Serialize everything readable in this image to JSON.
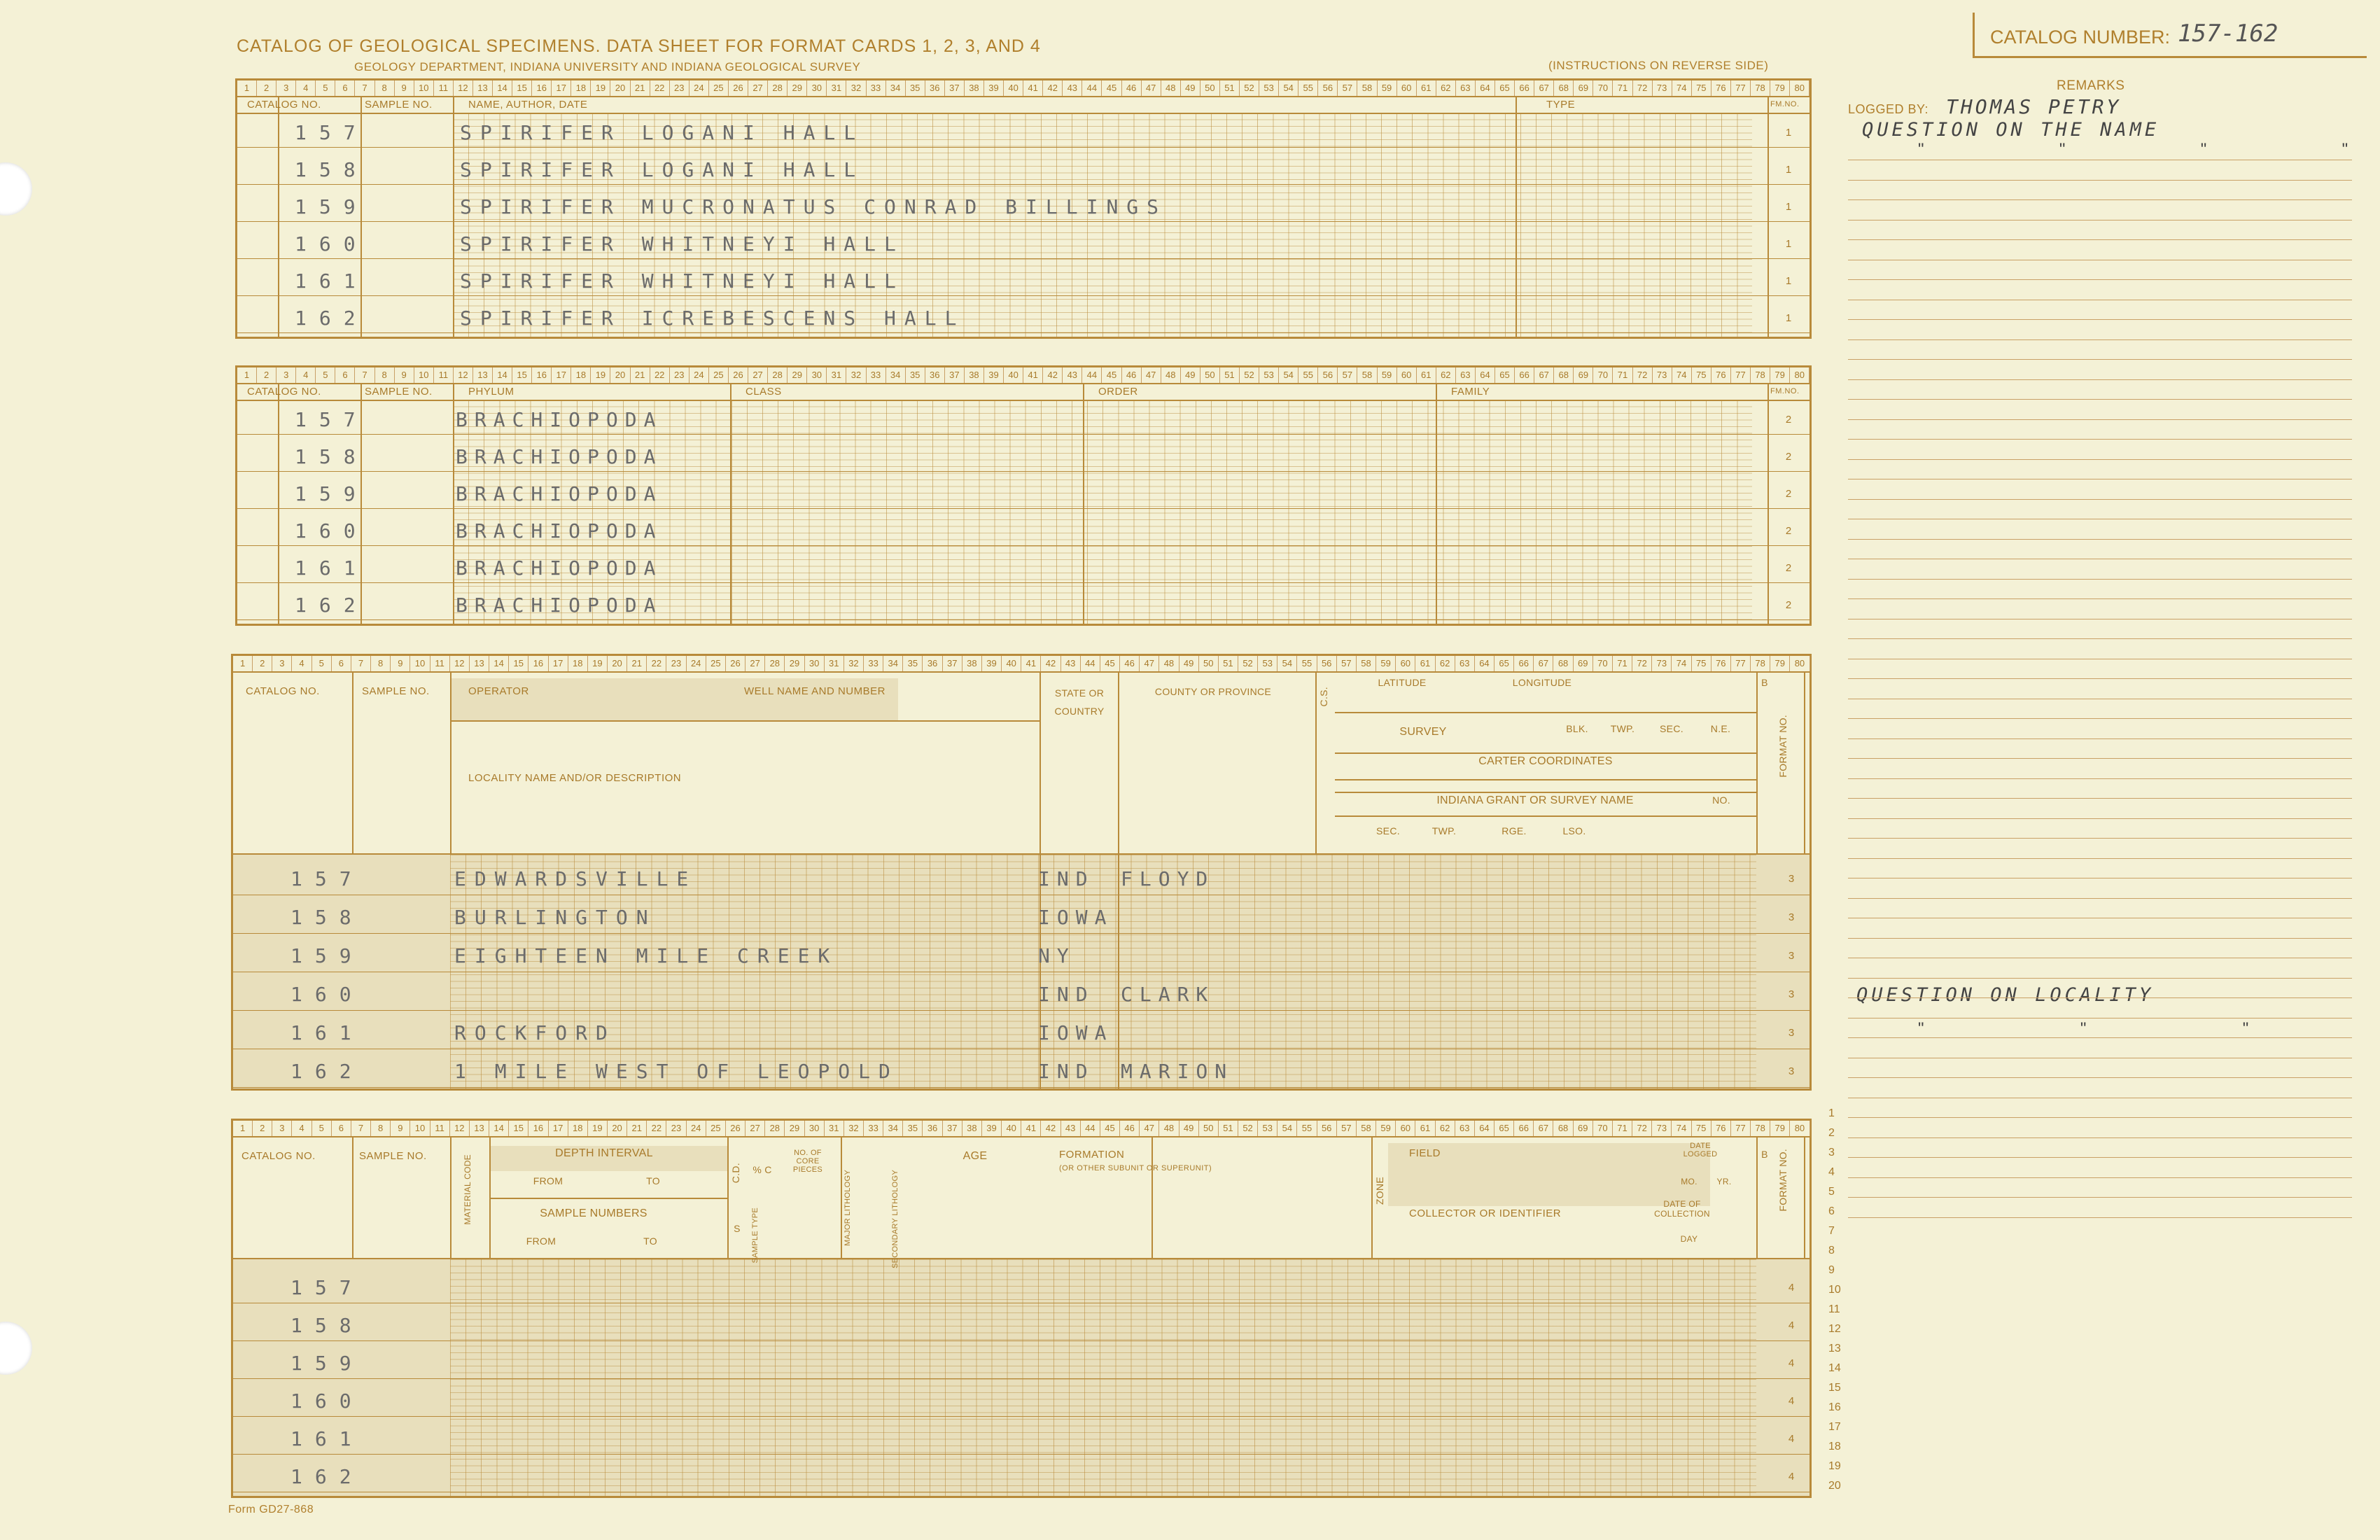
{
  "form": {
    "title": "CATALOG OF GEOLOGICAL SPECIMENS. DATA SHEET FOR FORMAT CARDS 1, 2, 3, AND 4",
    "subtitle": "GEOLOGY DEPARTMENT, INDIANA UNIVERSITY AND INDIANA GEOLOGICAL SURVEY",
    "instructions": "(INSTRUCTIONS ON REVERSE SIDE)",
    "form_number": "Form GD27-868"
  },
  "catalog": {
    "label": "CATALOG NUMBER:",
    "value": "157-162"
  },
  "remarks": {
    "title": "REMARKS",
    "logged_by_label": "LOGGED BY:",
    "logged_by_value": "THOMAS PETRY",
    "note1": "QUESTION ON THE NAME",
    "note1_ditto": "\"  \"  \"  \"",
    "note2": "QUESTION ON LOCALITY",
    "note2_ditto": "\"  \"  \"",
    "line_numbers": [
      "1",
      "2",
      "3",
      "4",
      "5",
      "6",
      "7",
      "8",
      "9",
      "10",
      "11",
      "12",
      "13",
      "14",
      "15",
      "16",
      "17",
      "18",
      "19",
      "20"
    ]
  },
  "card1": {
    "headers": {
      "catalog": "CATALOG NO.",
      "sample": "SAMPLE NO.",
      "name": "NAME, AUTHOR, DATE",
      "type": "TYPE",
      "fmno": "FM.NO."
    },
    "fm": "1",
    "rows": [
      {
        "catalog": "157",
        "name": "SPIRIFER LOGANI HALL"
      },
      {
        "catalog": "158",
        "name": "SPIRIFER LOGANI HALL"
      },
      {
        "catalog": "159",
        "name": "SPIRIFER MUCRONATUS CONRAD BILLINGS"
      },
      {
        "catalog": "160",
        "name": "SPIRIFER WHITNEYI HALL"
      },
      {
        "catalog": "161",
        "name": "SPIRIFER WHITNEYI HALL"
      },
      {
        "catalog": "162",
        "name": "SPIRIFER ICREBESCENS HALL"
      }
    ]
  },
  "card2": {
    "headers": {
      "catalog": "CATALOG NO.",
      "sample": "SAMPLE NO.",
      "phylum": "PHYLUM",
      "class": "CLASS",
      "order": "ORDER",
      "family": "FAMILY",
      "fmno": "FM.NO."
    },
    "fm": "2",
    "rows": [
      {
        "catalog": "157",
        "phylum": "BRACHIOPODA"
      },
      {
        "catalog": "158",
        "phylum": "BRACHIOPODA"
      },
      {
        "catalog": "159",
        "phylum": "BRACHIOPODA"
      },
      {
        "catalog": "160",
        "phylum": "BRACHIOPODA"
      },
      {
        "catalog": "161",
        "phylum": "BRACHIOPODA"
      },
      {
        "catalog": "162",
        "phylum": "BRACHIOPODA"
      }
    ]
  },
  "card3": {
    "headers": {
      "catalog": "CATALOG NO.",
      "sample": "SAMPLE NO.",
      "operator": "OPERATOR",
      "well": "WELL NAME AND NUMBER",
      "state": "STATE OR COUNTRY",
      "county": "COUNTY OR PROVINCE",
      "locality": "LOCALITY NAME AND/OR DESCRIPTION",
      "latitude": "LATITUDE",
      "longitude": "LONGITUDE",
      "survey": "SURVEY",
      "blk": "BLK.",
      "twp": "TWP.",
      "sec": "SEC.",
      "ne": "N.E.",
      "carter": "CARTER COORDINATES",
      "grant": "INDIANA GRANT OR SURVEY NAME",
      "no": "NO.",
      "sec2": "SEC.",
      "twp2": "TWP.",
      "rge": "RGE.",
      "lso": "LSO.",
      "format": "FORMAT NO.",
      "cs": "C.S.",
      "b": "B"
    },
    "fm": "3",
    "rows": [
      {
        "catalog": "157",
        "locality": "EDWARDSVILLE",
        "state": "IND",
        "county": "FLOYD"
      },
      {
        "catalog": "158",
        "locality": "BURLINGTON",
        "state": "IOWA",
        "county": ""
      },
      {
        "catalog": "159",
        "locality": "EIGHTEEN MILE CREEK",
        "state": "NY",
        "county": ""
      },
      {
        "catalog": "160",
        "locality": "",
        "state": "IND",
        "county": "CLARK"
      },
      {
        "catalog": "161",
        "locality": "ROCKFORD",
        "state": "IOWA",
        "county": ""
      },
      {
        "catalog": "162",
        "locality": "1 MILE WEST OF LEOPOLD",
        "state": "IND",
        "county": "MARION"
      }
    ]
  },
  "card4": {
    "headers": {
      "catalog": "CATALOG NO.",
      "sample": "SAMPLE NO.",
      "material": "MATERIAL CODE",
      "depth": "DEPTH INTERVAL",
      "from": "FROM",
      "to": "TO",
      "cd": "C.D.",
      "pctc": "% C",
      "core": "NO. OF CORE PIECES",
      "sample_numbers": "SAMPLE NUMBERS",
      "s": "S",
      "sample_type": "SAMPLE TYPE",
      "major": "MAJOR LITHOLOGY",
      "secondary": "SECONDARY LITHOLOGY",
      "age": "AGE",
      "formation": "FORMATION",
      "formation_sub": "(OR OTHER SUBUNIT OR SUPERUNIT)",
      "zone": "ZONE",
      "field": "FIELD",
      "date_logged": "DATE LOGGED",
      "mo": "MO.",
      "yr": "YR.",
      "collector": "COLLECTOR OR IDENTIFIER",
      "date_collection": "DATE OF COLLECTION",
      "day": "DAY",
      "format": "FORMAT NO.",
      "b": "B"
    },
    "fm": "4",
    "rows": [
      {
        "catalog": "157"
      },
      {
        "catalog": "158"
      },
      {
        "catalog": "159"
      },
      {
        "catalog": "160"
      },
      {
        "catalog": "161"
      },
      {
        "catalog": "162"
      }
    ]
  }
}
